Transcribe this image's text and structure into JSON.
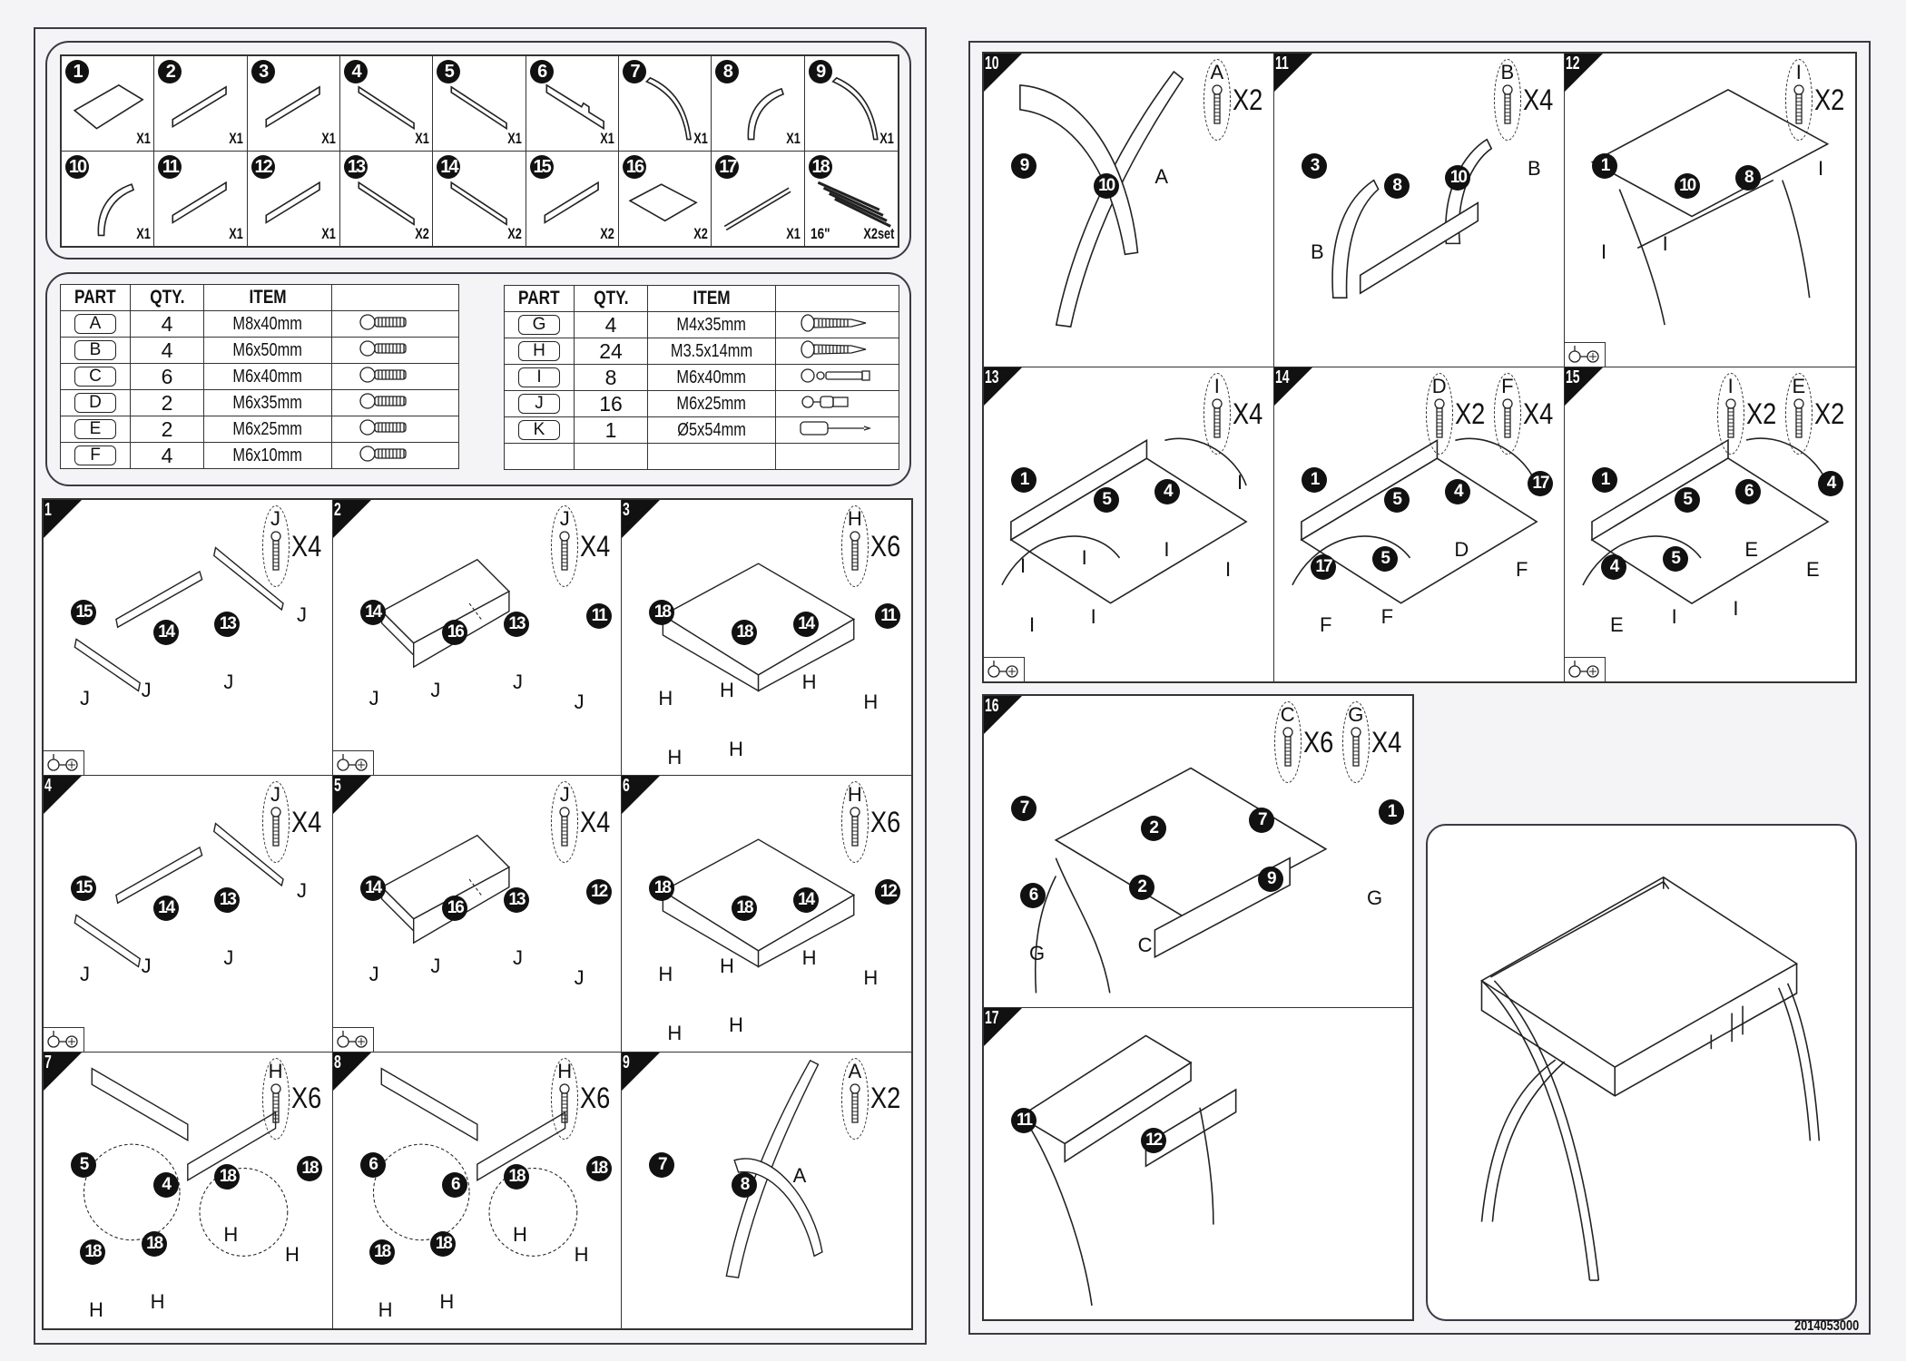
{
  "document": {
    "type": "assembly instructions",
    "document_code": "2014053000"
  },
  "parts_list": [
    {
      "num": "1",
      "qty": "X1",
      "shape": "panel-top"
    },
    {
      "num": "2",
      "qty": "X1",
      "shape": "board-up"
    },
    {
      "num": "3",
      "qty": "X1",
      "shape": "board-up"
    },
    {
      "num": "4",
      "qty": "X1",
      "shape": "board-down"
    },
    {
      "num": "5",
      "qty": "X1",
      "shape": "board-down"
    },
    {
      "num": "6",
      "qty": "X1",
      "shape": "board-down-notch"
    },
    {
      "num": "7",
      "qty": "X1",
      "shape": "curve-long"
    },
    {
      "num": "8",
      "qty": "X1",
      "shape": "curve-short"
    },
    {
      "num": "9",
      "qty": "X1",
      "shape": "curve-long"
    },
    {
      "num": "10",
      "qty": "X1",
      "shape": "curve-short"
    },
    {
      "num": "11",
      "qty": "X1",
      "shape": "board-up"
    },
    {
      "num": "12",
      "qty": "X1",
      "shape": "board-up"
    },
    {
      "num": "13",
      "qty": "X2",
      "shape": "board-down"
    },
    {
      "num": "14",
      "qty": "X2",
      "shape": "board-down"
    },
    {
      "num": "15",
      "qty": "X2",
      "shape": "board-up"
    },
    {
      "num": "16",
      "qty": "X2",
      "shape": "panel-diamond"
    },
    {
      "num": "17",
      "qty": "X1",
      "shape": "rod"
    },
    {
      "num": "18",
      "qty": "X2set",
      "note": "16\"",
      "shape": "slides"
    }
  ],
  "hardware_tables": [
    {
      "headers": [
        "PART",
        "QTY.",
        "ITEM",
        ""
      ],
      "rows": [
        {
          "part": "A",
          "qty": "4",
          "item": "M8x40mm",
          "icon": "machine-bolt-icon"
        },
        {
          "part": "B",
          "qty": "4",
          "item": "M6x50mm",
          "icon": "machine-bolt-icon"
        },
        {
          "part": "C",
          "qty": "6",
          "item": "M6x40mm",
          "icon": "machine-bolt-icon"
        },
        {
          "part": "D",
          "qty": "2",
          "item": "M6x35mm",
          "icon": "machine-bolt-icon"
        },
        {
          "part": "E",
          "qty": "2",
          "item": "M6x25mm",
          "icon": "machine-bolt-icon"
        },
        {
          "part": "F",
          "qty": "4",
          "item": "M6x10mm",
          "icon": "machine-bolt-icon"
        }
      ]
    },
    {
      "headers": [
        "PART",
        "QTY.",
        "ITEM",
        ""
      ],
      "rows": [
        {
          "part": "G",
          "qty": "4",
          "item": "M4x35mm",
          "icon": "wood-screw-icon"
        },
        {
          "part": "H",
          "qty": "24",
          "item": "M3.5x14mm",
          "icon": "wood-screw-icon"
        },
        {
          "part": "I",
          "qty": "8",
          "item": "M6x40mm",
          "icon": "cam-lock-bolt-icon"
        },
        {
          "part": "J",
          "qty": "16",
          "item": "M6x25mm",
          "icon": "cam-dowel-icon"
        },
        {
          "part": "K",
          "qty": "1",
          "item": "Ø5x54mm",
          "icon": "screwdriver-icon"
        },
        {
          "part": "",
          "qty": "",
          "item": "",
          "icon": ""
        }
      ]
    }
  ],
  "steps": [
    {
      "num": "1",
      "hardware": [
        {
          "letter": "J",
          "count": "X4"
        }
      ],
      "labels": [
        "15",
        "14",
        "13",
        "J",
        "J",
        "J",
        "J"
      ],
      "tool": true
    },
    {
      "num": "2",
      "hardware": [
        {
          "letter": "J",
          "count": "X4"
        }
      ],
      "labels": [
        "14",
        "16",
        "13",
        "11",
        "J",
        "J",
        "J",
        "J"
      ],
      "tool": true
    },
    {
      "num": "3",
      "hardware": [
        {
          "letter": "H",
          "count": "X6"
        }
      ],
      "labels": [
        "18",
        "18",
        "14",
        "11",
        "H",
        "H",
        "H",
        "H",
        "H",
        "H"
      ],
      "tool": false
    },
    {
      "num": "4",
      "hardware": [
        {
          "letter": "J",
          "count": "X4"
        }
      ],
      "labels": [
        "15",
        "14",
        "13",
        "J",
        "J",
        "J",
        "J"
      ],
      "tool": true
    },
    {
      "num": "5",
      "hardware": [
        {
          "letter": "J",
          "count": "X4"
        }
      ],
      "labels": [
        "14",
        "16",
        "13",
        "12",
        "J",
        "J",
        "J",
        "J"
      ],
      "tool": true
    },
    {
      "num": "6",
      "hardware": [
        {
          "letter": "H",
          "count": "X6"
        }
      ],
      "labels": [
        "18",
        "18",
        "14",
        "12",
        "H",
        "H",
        "H",
        "H",
        "H",
        "H"
      ],
      "tool": false
    },
    {
      "num": "7",
      "hardware": [
        {
          "letter": "H",
          "count": "X6"
        }
      ],
      "labels": [
        "5",
        "4",
        "18",
        "18",
        "18",
        "18",
        "H",
        "H",
        "H",
        "H"
      ],
      "tool": false
    },
    {
      "num": "8",
      "hardware": [
        {
          "letter": "H",
          "count": "X6"
        }
      ],
      "labels": [
        "6",
        "6",
        "18",
        "18",
        "18",
        "18",
        "H",
        "H",
        "H",
        "H"
      ],
      "tool": false
    },
    {
      "num": "9",
      "hardware": [
        {
          "letter": "A",
          "count": "X2"
        }
      ],
      "labels": [
        "7",
        "8",
        "A"
      ],
      "tool": false
    },
    {
      "num": "10",
      "hardware": [
        {
          "letter": "A",
          "count": "X2"
        }
      ],
      "labels": [
        "9",
        "10",
        "A"
      ],
      "tool": false
    },
    {
      "num": "11",
      "hardware": [
        {
          "letter": "B",
          "count": "X4"
        }
      ],
      "labels": [
        "3",
        "8",
        "10",
        "B",
        "B"
      ],
      "tool": false
    },
    {
      "num": "12",
      "hardware": [
        {
          "letter": "I",
          "count": "X2"
        }
      ],
      "labels": [
        "1",
        "10",
        "8",
        "I",
        "I",
        "I"
      ],
      "tool": true
    },
    {
      "num": "13",
      "hardware": [
        {
          "letter": "I",
          "count": "X4"
        }
      ],
      "labels": [
        "1",
        "5",
        "4",
        "I",
        "I",
        "I",
        "I",
        "I",
        "I",
        "I"
      ],
      "tool": true
    },
    {
      "num": "14",
      "hardware": [
        {
          "letter": "D",
          "count": "X2"
        },
        {
          "letter": "F",
          "count": "X4"
        }
      ],
      "labels": [
        "1",
        "5",
        "4",
        "17",
        "17",
        "5",
        "D",
        "F",
        "F",
        "F"
      ],
      "tool": false
    },
    {
      "num": "15",
      "hardware": [
        {
          "letter": "I",
          "count": "X2"
        },
        {
          "letter": "E",
          "count": "X2"
        }
      ],
      "labels": [
        "1",
        "5",
        "6",
        "4",
        "4",
        "5",
        "E",
        "E",
        "E",
        "I",
        "I"
      ],
      "tool": true
    },
    {
      "num": "16",
      "hardware": [
        {
          "letter": "C",
          "count": "X6"
        },
        {
          "letter": "G",
          "count": "X4"
        }
      ],
      "labels": [
        "7",
        "2",
        "7",
        "1",
        "6",
        "2",
        "9",
        "G",
        "G",
        "C"
      ],
      "tool": false
    },
    {
      "num": "17",
      "hardware": [],
      "labels": [
        "11",
        "12"
      ],
      "tool": false
    }
  ],
  "final_view": {
    "caption": ""
  }
}
